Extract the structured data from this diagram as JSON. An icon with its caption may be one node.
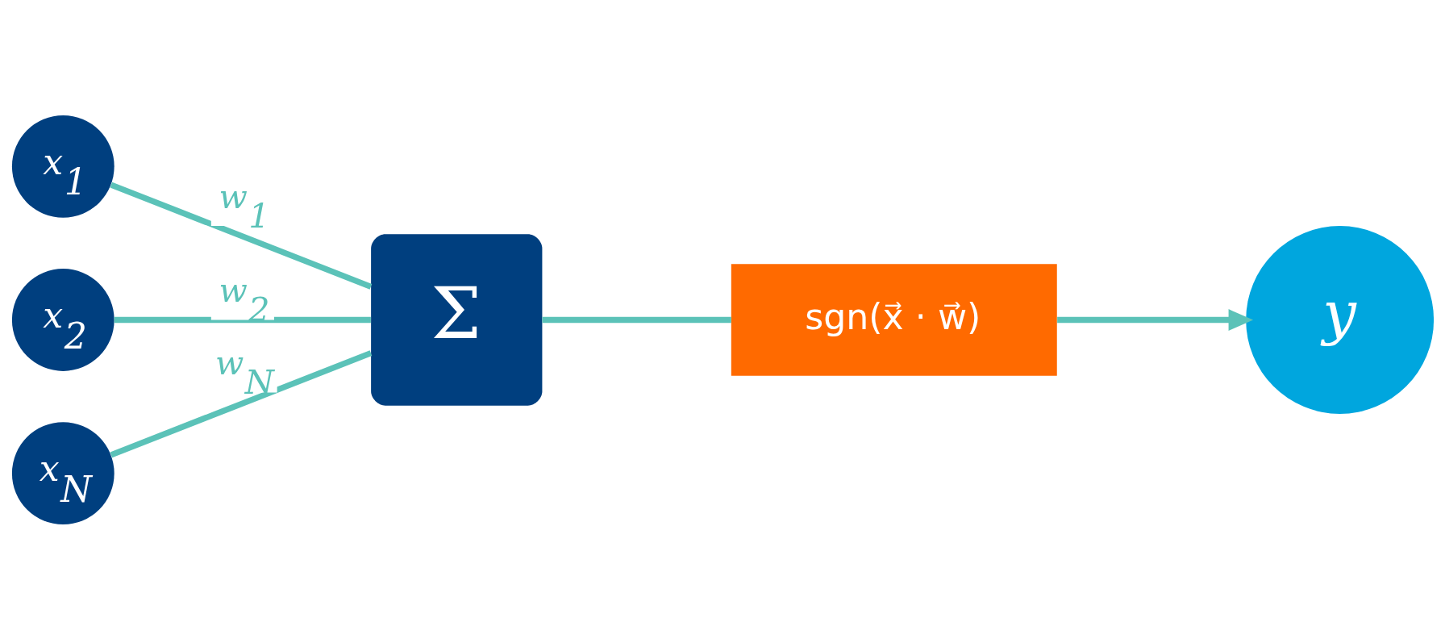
{
  "diagram": {
    "nodes": [
      {
        "text": [
          "x$_{1}$"
        ]
      },
      {
        "text": [
          "x$_{2}$"
        ]
      },
      {
        "text": [
          "x$_{N}$"
        ]
      },
      {
        "text": [
          "Σ"
        ]
      },
      {
        "text": [
          "sgn(x⃗ · w⃗)"
        ]
      },
      {
        "text": [
          "y"
        ]
      }
    ],
    "edges": [
      {
        "from": 0,
        "to": 3,
        "arrow": "none",
        "label": "w$_{1}$"
      },
      {
        "from": 1,
        "to": 3,
        "arrow": "none",
        "label": "w$_{2}$"
      },
      {
        "from": 2,
        "to": 3,
        "arrow": "none",
        "label": "w$_{N}$"
      },
      {
        "from": 3,
        "to": 4,
        "arrow": "none"
      },
      {
        "from": 4,
        "to": 5,
        "arrow": "to"
      }
    ]
  }
}
